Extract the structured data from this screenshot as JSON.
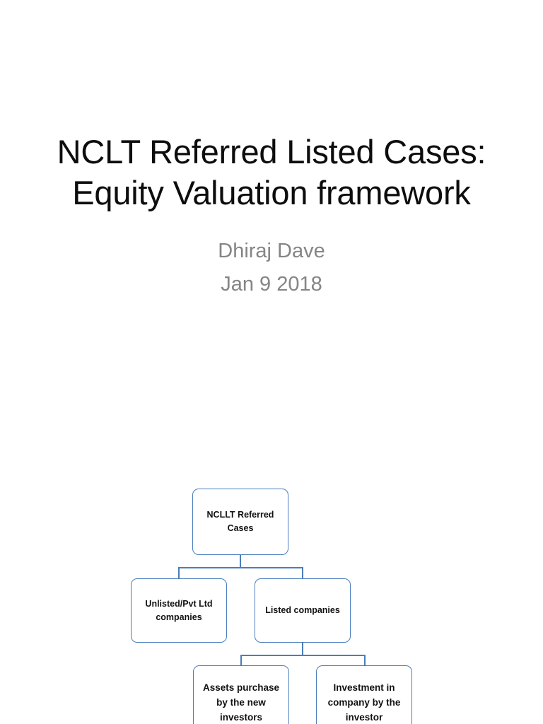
{
  "slide": {
    "background_color": "#ffffff",
    "title": {
      "lines": [
        "NCLT Referred Listed Cases:",
        "Equity Valuation framework"
      ],
      "color": "#0d0d0d"
    },
    "subtitle": {
      "author": "Dhiraj Dave",
      "date": "Jan 9 2018",
      "color": "#858585"
    }
  },
  "diagram": {
    "type": "org-chart",
    "accent_color": "#4a7ebb",
    "node_fill": "#ffffff",
    "node_text_color": "#111111",
    "nodes": {
      "root": "NCLLT Referred Cases",
      "unlisted": "Unlisted/Pvt Ltd companies",
      "listed": "Listed companies",
      "assets": "Assets purchase by the new investors",
      "investment": "Investment in company by the investor"
    },
    "edges": [
      {
        "from": "root",
        "to": "unlisted"
      },
      {
        "from": "root",
        "to": "listed"
      },
      {
        "from": "listed",
        "to": "assets"
      },
      {
        "from": "listed",
        "to": "investment"
      }
    ]
  }
}
